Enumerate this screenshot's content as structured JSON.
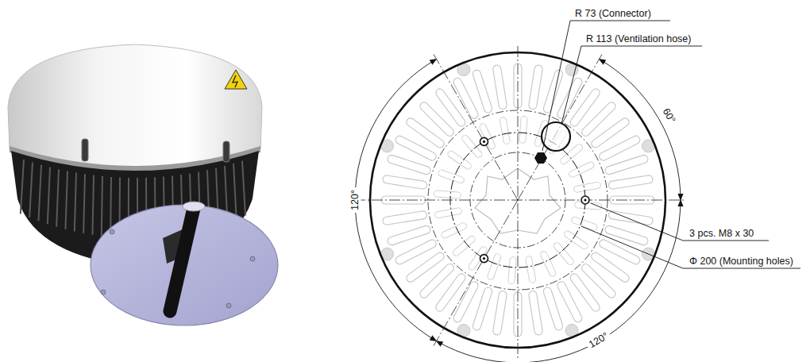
{
  "diagram": {
    "labels": [
      "R 73 (Connector)",
      "R 113 (Ventilation hose)",
      "60°",
      "120°",
      "3 pcs. M8 x 30",
      "Φ 200 (Mounting holes)",
      "120°"
    ]
  }
}
